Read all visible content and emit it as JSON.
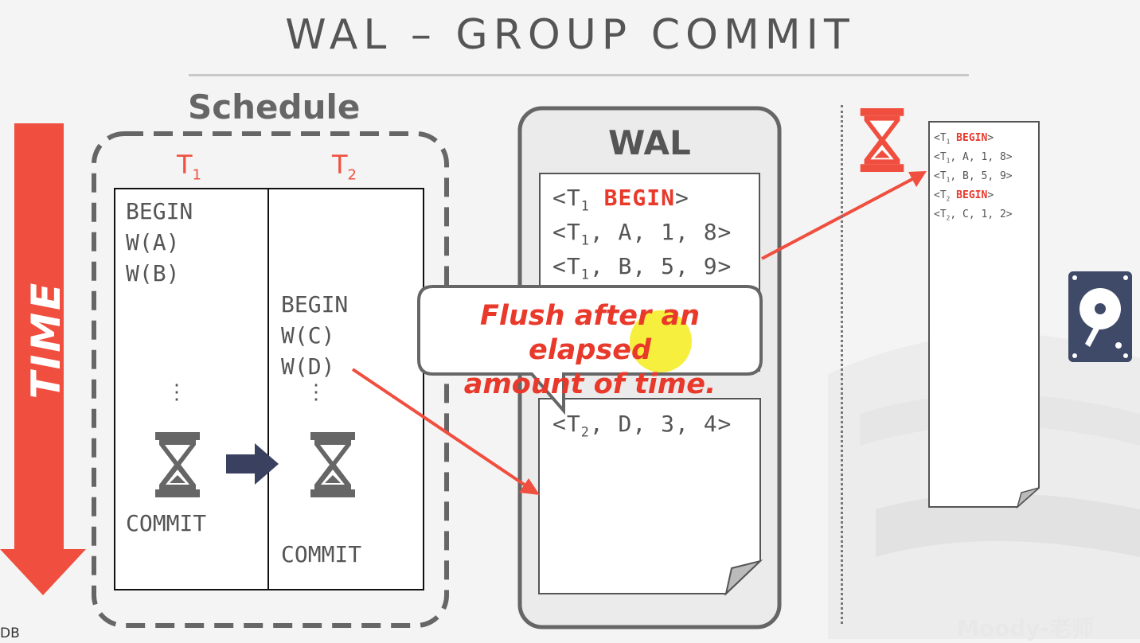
{
  "title": "WAL – GROUP COMMIT",
  "schedule": {
    "label": "Schedule",
    "t1": {
      "name": "T",
      "sub": "1"
    },
    "t2": {
      "name": "T",
      "sub": "2"
    },
    "t1_ops": [
      "BEGIN",
      "W(A)",
      "W(B)"
    ],
    "t1_dots": "⋮",
    "t1_commit": "COMMIT",
    "t2_ops": [
      "BEGIN",
      "W(C)",
      "W(D)"
    ],
    "t2_dots": "⋮",
    "t2_commit": "COMMIT"
  },
  "time_label": "TIME",
  "wal": {
    "label": "WAL",
    "buffer1": [
      {
        "pre": "<T",
        "sub": "1",
        "red": " BEGIN",
        "post": ">"
      },
      {
        "pre": "<T",
        "sub": "1",
        "red": "",
        "post": ", A, 1, 8>"
      },
      {
        "pre": "<T",
        "sub": "1",
        "red": "",
        "post": ", B, 5, 9>"
      }
    ],
    "buffer2": [
      {
        "pre": "<T",
        "sub": "2",
        "red": "",
        "post": ", D, 3, 4>"
      }
    ]
  },
  "callout": {
    "line1": "Flush after an elapsed",
    "line2": "amount of time."
  },
  "disk_log": [
    {
      "pre": "<T",
      "sub": "1",
      "red": " BEGIN",
      "post": ">"
    },
    {
      "pre": "<T",
      "sub": "1",
      "red": "",
      "post": ", A, 1, 8>"
    },
    {
      "pre": "<T",
      "sub": "1",
      "red": "",
      "post": ", B, 5, 9>"
    },
    {
      "pre": "<T",
      "sub": "2",
      "red": " BEGIN",
      "post": ">"
    },
    {
      "pre": "<T",
      "sub": "2",
      "red": "",
      "post": ", C, 1, 2>"
    }
  ],
  "watermark": "Moody-老师",
  "corner_text": "DB",
  "colors": {
    "accent": "#f04e3e",
    "arrow_dark": "#3a4060",
    "disk": "#3f4a68"
  },
  "icons": [
    "hourglass-icon",
    "hard-disk-icon"
  ]
}
